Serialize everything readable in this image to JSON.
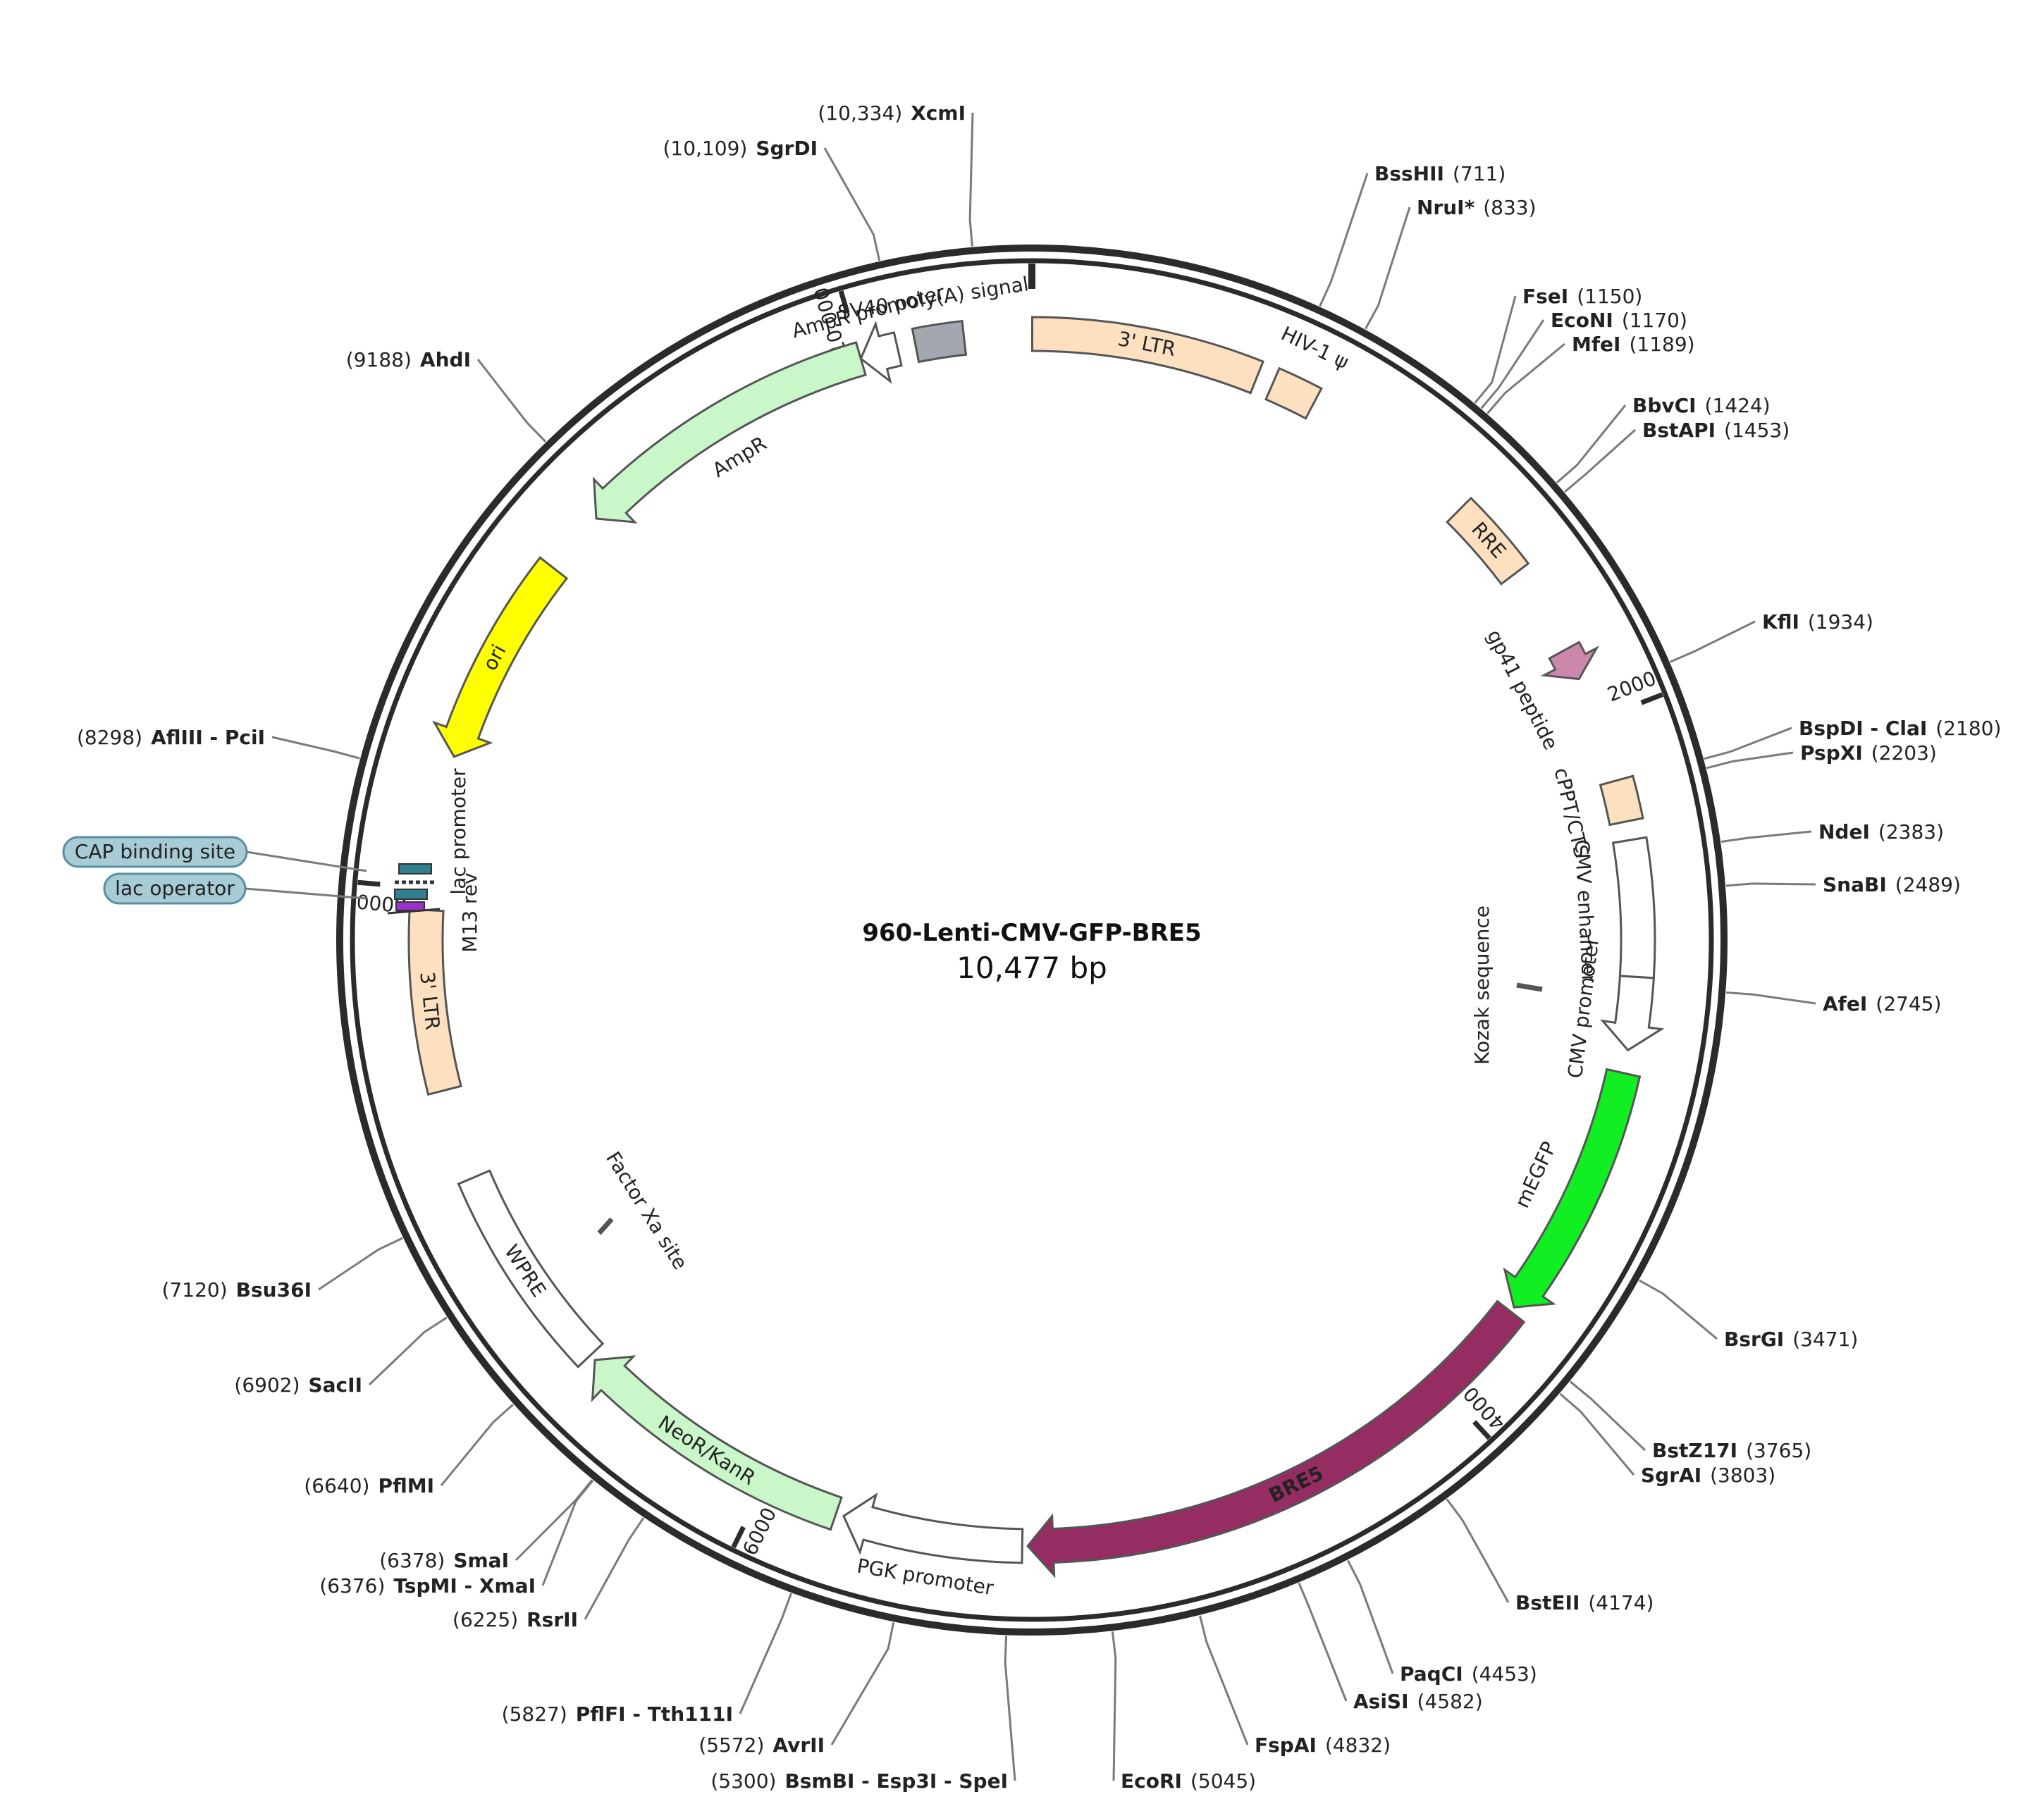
{
  "plasmid": {
    "name": "960-Lenti-CMV-GFP-BRE5",
    "length_label": "10,477 bp",
    "length_bp": 10477
  },
  "colors": {
    "ring": "#2b2b2b",
    "ltr": "#fde0c0",
    "ampr": "#c9f7c9",
    "ori": "#ffff00",
    "egfp": "#11ee22",
    "bre5": "#952d62",
    "gp41": "#cc88aa",
    "sv40": "#a3a8b0",
    "pill": "#a7ccd6",
    "leader": "#7a7a7a"
  },
  "ticks": [
    {
      "bp": 2000,
      "label": "2000"
    },
    {
      "bp": 4000,
      "label": "4000"
    },
    {
      "bp": 6000,
      "label": "6000"
    },
    {
      "bp": 8000,
      "label": "8000"
    },
    {
      "bp": 10000,
      "label": "10,000"
    }
  ],
  "features": [
    {
      "id": "ltr5",
      "label": "3' LTR",
      "start": 1,
      "end": 634,
      "dir": 0,
      "color": "#fde0c0"
    },
    {
      "id": "hiv-psi",
      "label": "HIV-1 ψ",
      "start": 681,
      "end": 806,
      "dir": 0,
      "color": "#fde0c0"
    },
    {
      "id": "rre",
      "label": "RRE",
      "start": 1304,
      "end": 1537,
      "dir": 0,
      "color": "#fde0c0"
    },
    {
      "id": "gp41",
      "label": "gp41 peptide",
      "start": 1788,
      "end": 1877,
      "dir": 1,
      "color": "#cc88aa"
    },
    {
      "id": "cppt",
      "label": "cPPT/CTS",
      "start": 2175,
      "end": 2291,
      "dir": 0,
      "color": "#fde0c0"
    },
    {
      "id": "cmv-enh",
      "label": "CMV enhancer",
      "start": 2343,
      "end": 2721,
      "dir": 0,
      "color": "#ffffff"
    },
    {
      "id": "cmv-prom",
      "label": "CMV promoter",
      "start": 2721,
      "end": 2924,
      "dir": 1,
      "color": "#ffffff"
    },
    {
      "id": "egfp",
      "label": "mEGFP",
      "start": 2988,
      "end": 3705,
      "dir": 1,
      "color": "#11ee22"
    },
    {
      "id": "bre5",
      "label": "BRE5",
      "start": 3720,
      "end": 5250,
      "dir": 1,
      "color": "#952d62"
    },
    {
      "id": "pgk",
      "label": "PGK promoter",
      "start": 5265,
      "end": 5765,
      "dir": 1,
      "color": "#ffffff"
    },
    {
      "id": "neor",
      "label": "NeoR/KanR",
      "start": 5787,
      "end": 6581,
      "dir": 1,
      "color": "#c9f7c9"
    },
    {
      "id": "wpre",
      "label": "WPRE",
      "start": 6599,
      "end": 7187,
      "dir": 0,
      "color": "#ffffff"
    },
    {
      "id": "ltr3",
      "label": "3' LTR",
      "start": 7440,
      "end": 7940,
      "dir": 0,
      "color": "#fde0c0"
    },
    {
      "id": "ori",
      "label": "ori",
      "start": 8370,
      "end": 8960,
      "dir": -1,
      "color": "#ffff00"
    },
    {
      "id": "ampr",
      "label": "AmpR",
      "start": 9140,
      "end": 10000,
      "dir": -1,
      "color": "#c9f7c9"
    },
    {
      "id": "ampr-prom",
      "label": "AmpR promoter",
      "start": 10000,
      "end": 10105,
      "dir": -1,
      "color": "#ffffff"
    },
    {
      "id": "sv40",
      "label": "SV40 poly(A) signal",
      "start": 10155,
      "end": 10290,
      "dir": 0,
      "color": "#a3a8b0"
    }
  ],
  "labels": {
    "kozak": "Kozak sequence",
    "factor_xa": "Factor Xa site",
    "lac_promoter": "lac promoter",
    "m13_rev": "M13 rev",
    "cap_binding_site": "CAP binding site",
    "lac_operator": "lac operator"
  },
  "sites": [
    {
      "name": "XcmI",
      "pos": "(10,334)",
      "side": "left",
      "bp": 10334
    },
    {
      "name": "SgrDI",
      "pos": "(10,109)",
      "side": "left",
      "bp": 10109
    },
    {
      "name": "BssHII",
      "pos": "(711)",
      "side": "right",
      "bp": 711
    },
    {
      "name": "NruI*",
      "pos": "(833)",
      "side": "right",
      "bp": 833
    },
    {
      "name": "FseI",
      "pos": "(1150)",
      "side": "right",
      "bp": 1150
    },
    {
      "name": "EcoNI",
      "pos": "(1170)",
      "side": "right",
      "bp": 1170
    },
    {
      "name": "MfeI",
      "pos": "(1189)",
      "side": "right",
      "bp": 1189
    },
    {
      "name": "BbvCI",
      "pos": "(1424)",
      "side": "right",
      "bp": 1424
    },
    {
      "name": "BstAPI",
      "pos": "(1453)",
      "side": "right",
      "bp": 1453
    },
    {
      "name": "KflI",
      "pos": "(1934)",
      "side": "right",
      "bp": 1934
    },
    {
      "name": "BspDI - ClaI",
      "pos": "(2180)",
      "side": "right",
      "bp": 2180
    },
    {
      "name": "PspXI",
      "pos": "(2203)",
      "side": "right",
      "bp": 2203
    },
    {
      "name": "NdeI",
      "pos": "(2383)",
      "side": "right",
      "bp": 2383
    },
    {
      "name": "SnaBI",
      "pos": "(2489)",
      "side": "right",
      "bp": 2489
    },
    {
      "name": "AfeI",
      "pos": "(2745)",
      "side": "right",
      "bp": 2745
    },
    {
      "name": "BsrGI",
      "pos": "(3471)",
      "side": "right",
      "bp": 3471
    },
    {
      "name": "BstZ17I",
      "pos": "(3765)",
      "side": "right",
      "bp": 3765
    },
    {
      "name": "SgrAI",
      "pos": "(3803)",
      "side": "right",
      "bp": 3803
    },
    {
      "name": "BstEII",
      "pos": "(4174)",
      "side": "right",
      "bp": 4174
    },
    {
      "name": "PaqCI",
      "pos": "(4453)",
      "side": "right",
      "bp": 4453
    },
    {
      "name": "AsiSI",
      "pos": "(4582)",
      "side": "right",
      "bp": 4582
    },
    {
      "name": "FspAI",
      "pos": "(4832)",
      "side": "right",
      "bp": 4832
    },
    {
      "name": "EcoRI",
      "pos": "(5045)",
      "side": "right",
      "bp": 5045
    },
    {
      "name": "BsmBI - Esp3I - SpeI",
      "pos": "(5300)",
      "side": "left",
      "bp": 5300
    },
    {
      "name": "AvrII",
      "pos": "(5572)",
      "side": "left",
      "bp": 5572
    },
    {
      "name": "PflFI - Tth111I",
      "pos": "(5827)",
      "side": "left",
      "bp": 5827
    },
    {
      "name": "RsrII",
      "pos": "(6225)",
      "side": "left",
      "bp": 6225
    },
    {
      "name": "TspMI - XmaI",
      "pos": "(6376)",
      "side": "left",
      "bp": 6376
    },
    {
      "name": "SmaI",
      "pos": "(6378)",
      "side": "left",
      "bp": 6378
    },
    {
      "name": "PflMI",
      "pos": "(6640)",
      "side": "left",
      "bp": 6640
    },
    {
      "name": "SacII",
      "pos": "(6902)",
      "side": "left",
      "bp": 6902
    },
    {
      "name": "Bsu36I",
      "pos": "(7120)",
      "side": "left",
      "bp": 7120
    },
    {
      "name": "AflIII - PciI",
      "pos": "(8298)",
      "side": "left",
      "bp": 8298
    },
    {
      "name": "AhdI",
      "pos": "(9188)",
      "side": "left",
      "bp": 9188
    }
  ]
}
